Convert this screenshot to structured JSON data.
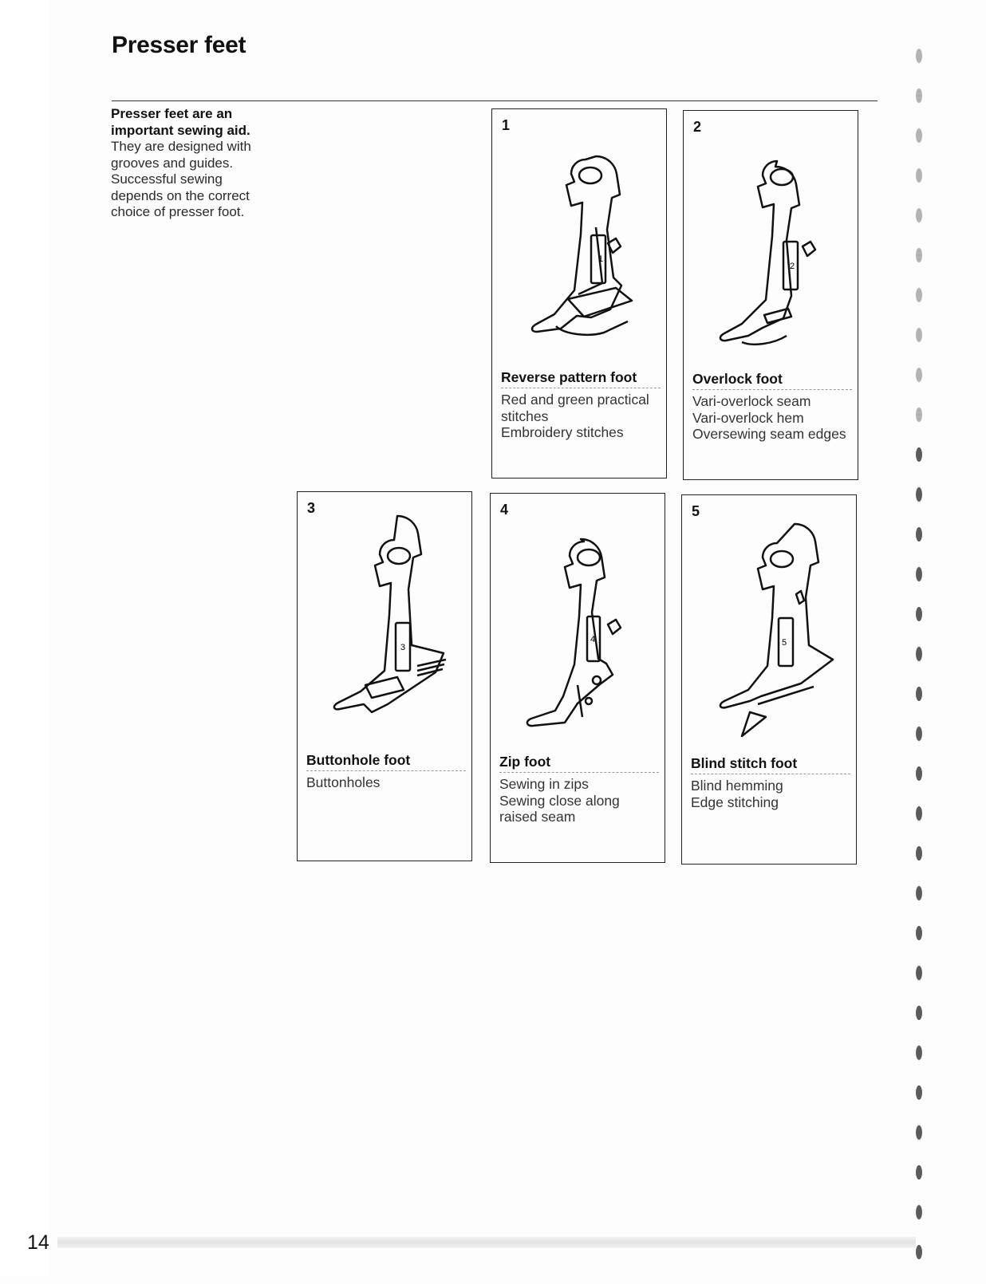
{
  "page": {
    "title": "Presser feet",
    "page_number": "14"
  },
  "intro": {
    "lead": "Presser feet are an important sewing aid.",
    "body": "They are designed with grooves and guides. Successful sewing depends on the correct choice of presser foot."
  },
  "feet": [
    {
      "number": "1",
      "name": "Reverse pattern foot",
      "uses": [
        "Red and green practical",
        "stitches",
        "Embroidery stitches"
      ],
      "icon": "reverse-pattern-foot-illustration"
    },
    {
      "number": "2",
      "name": "Overlock foot",
      "uses": [
        "Vari-overlock seam",
        "Vari-overlock hem",
        "Oversewing seam edges"
      ],
      "icon": "overlock-foot-illustration"
    },
    {
      "number": "3",
      "name": "Buttonhole foot",
      "uses": [
        "Buttonholes"
      ],
      "icon": "buttonhole-foot-illustration"
    },
    {
      "number": "4",
      "name": "Zip foot",
      "uses": [
        "Sewing in zips",
        "Sewing close along",
        "raised seam"
      ],
      "icon": "zip-foot-illustration"
    },
    {
      "number": "5",
      "name": "Blind stitch foot",
      "uses": [
        "Blind hemming",
        "Edge stitching"
      ],
      "icon": "blind-stitch-foot-illustration"
    }
  ],
  "colors": {
    "ink": "#111111",
    "line": "#222222",
    "paper": "#fdfdfd"
  }
}
